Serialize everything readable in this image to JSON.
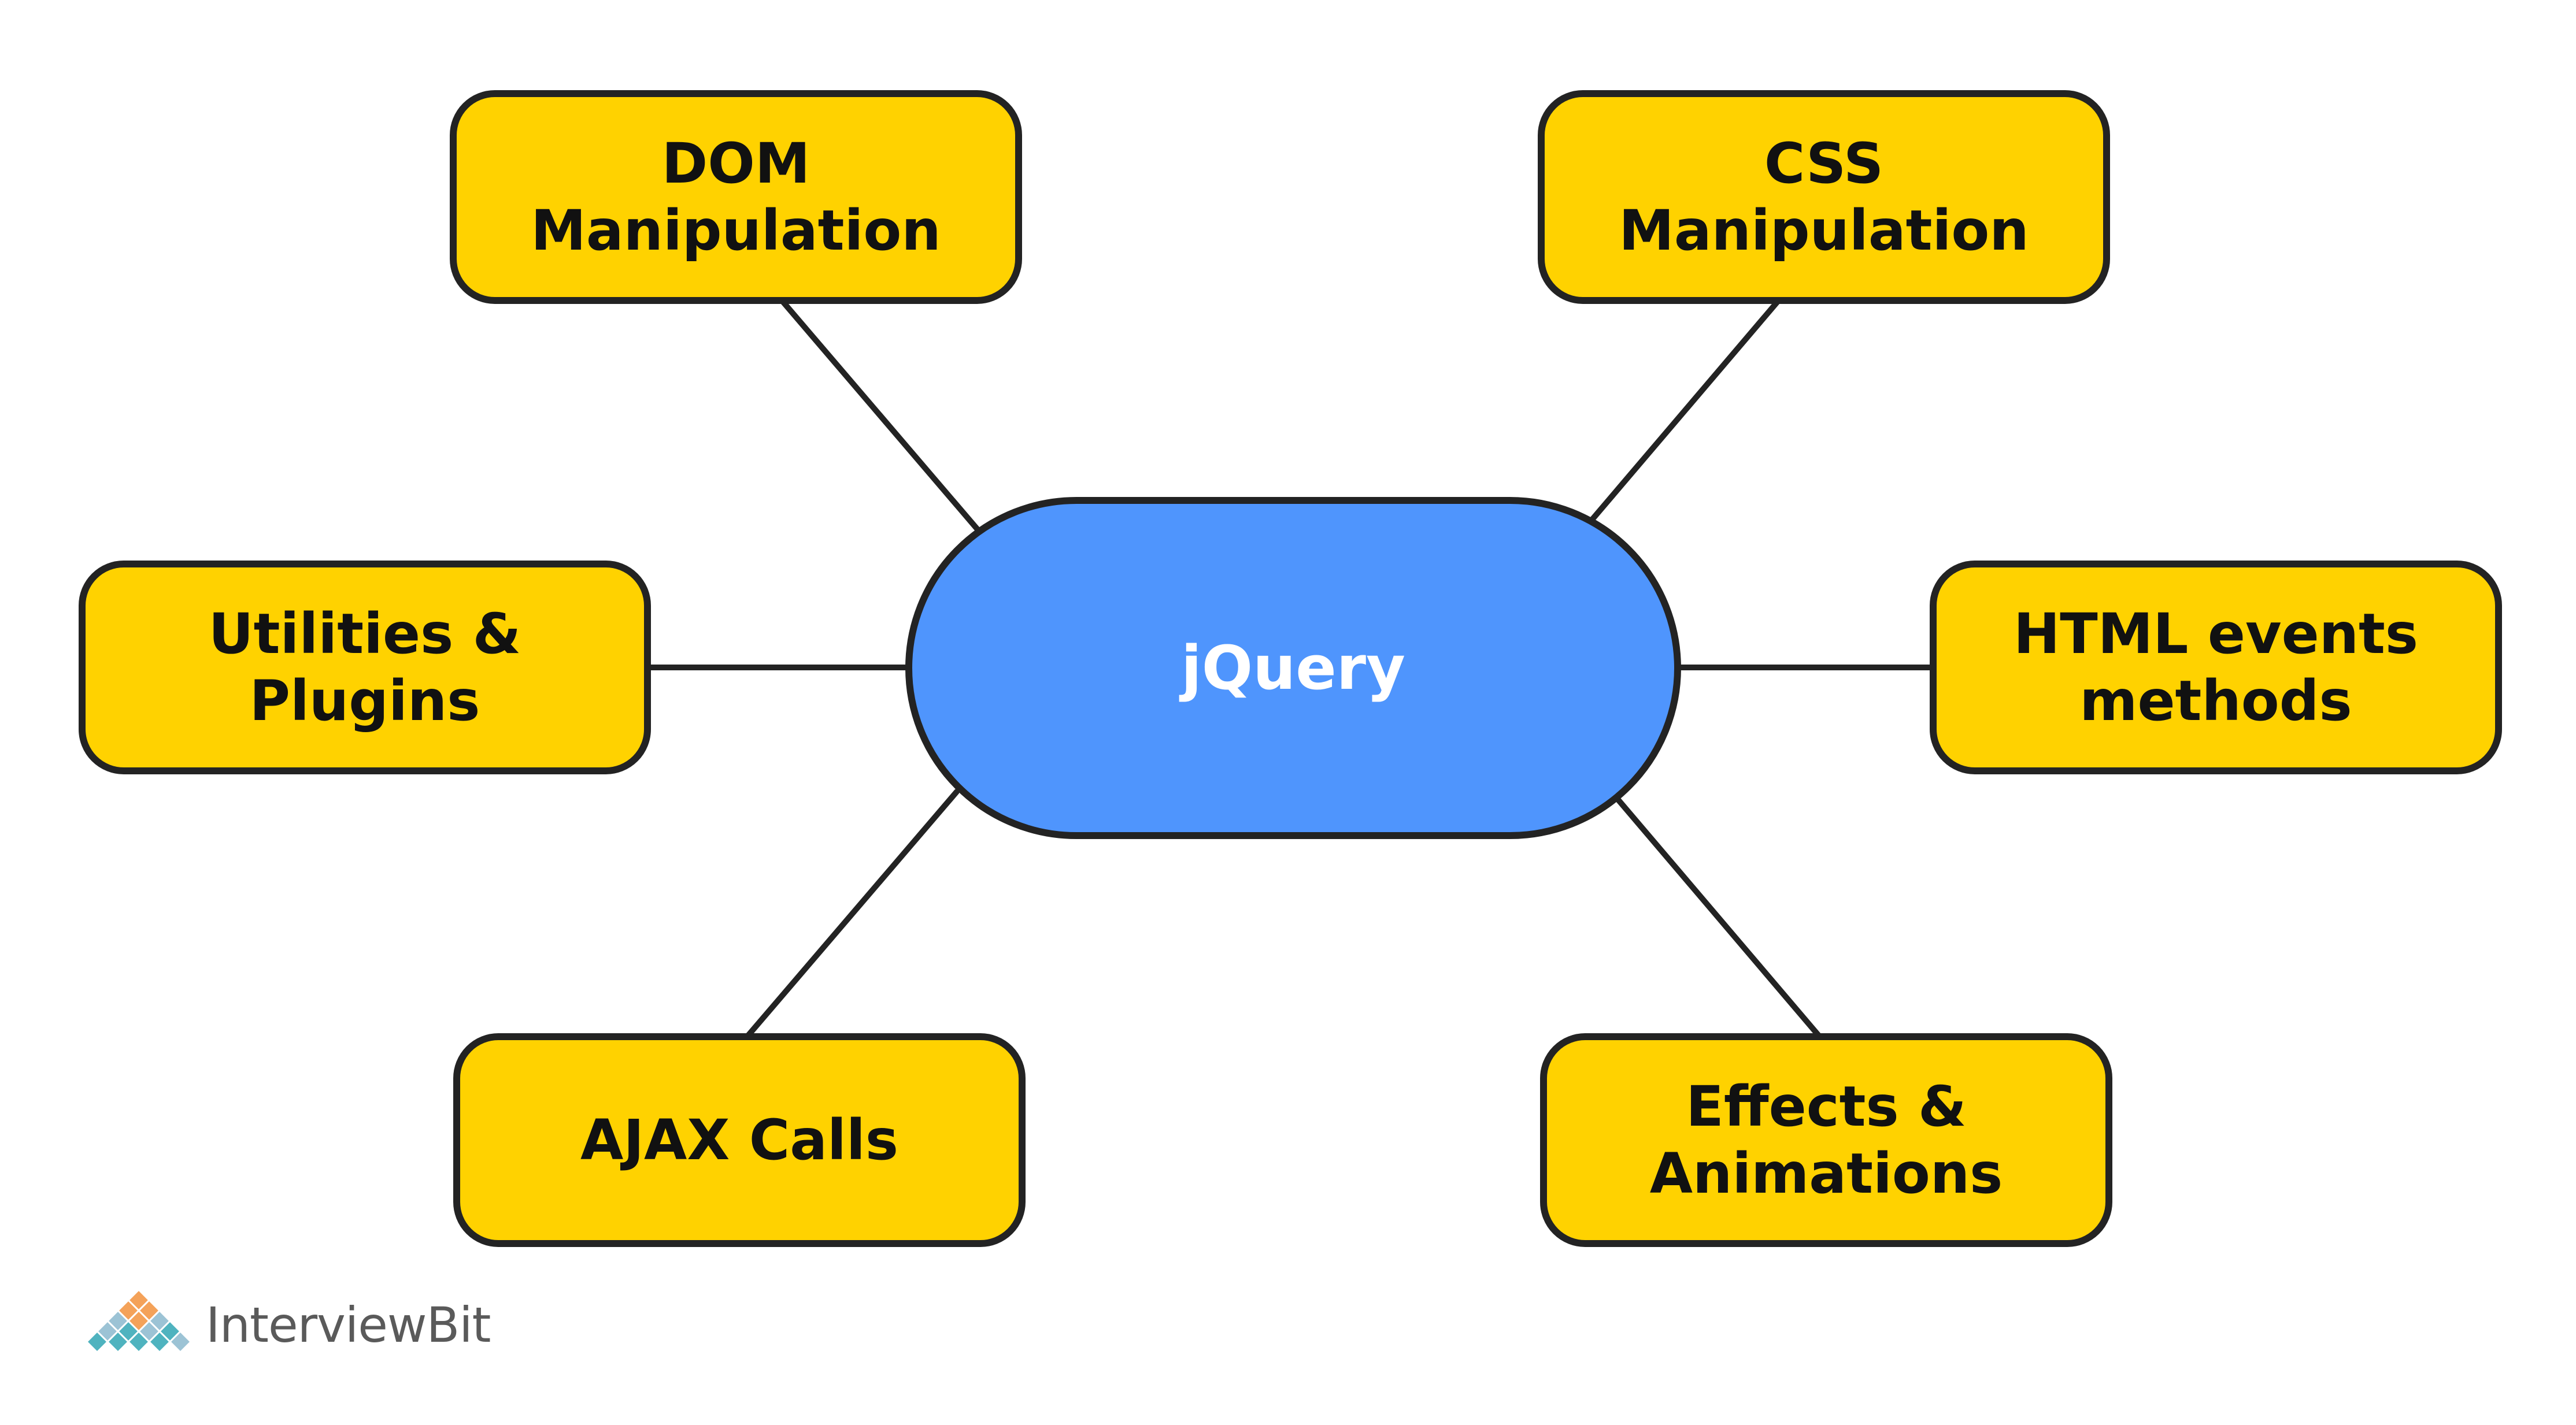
{
  "colors": {
    "node_fill": "#FFD200",
    "center_fill": "#4F95FD",
    "outline": "#232323",
    "background": "#FFFFFF"
  },
  "diagram": {
    "center": {
      "label": "jQuery"
    },
    "nodes": [
      {
        "id": "dom",
        "label": "DOM\nManipulation"
      },
      {
        "id": "css",
        "label": "CSS\nManipulation"
      },
      {
        "id": "utilities",
        "label": "Utilities &\nPlugins"
      },
      {
        "id": "html-events",
        "label": "HTML events\nmethods"
      },
      {
        "id": "ajax",
        "label": "AJAX Calls"
      },
      {
        "id": "effects",
        "label": "Effects &\nAnimations"
      }
    ]
  },
  "brand": {
    "logo_text": "InterviewBit",
    "logo_icon": "interviewbit-diamond-logo-icon"
  }
}
